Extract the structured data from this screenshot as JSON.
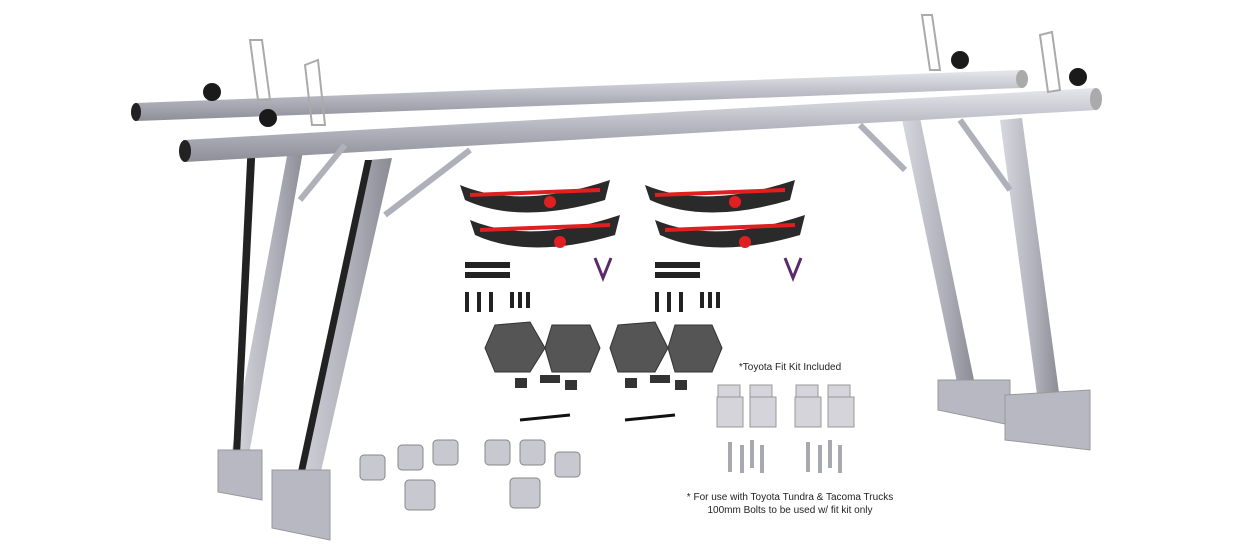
{
  "product_image": {
    "colors": {
      "aluminum": "#c4c4cc",
      "aluminum_dark": "#9c9ca6",
      "cradle": "#2a2a2a",
      "strap": "#e02020",
      "knob": "#1a1a1a"
    },
    "captions": {
      "fit_kit": "*Toyota Fit Kit Included",
      "note_line1": "* For use with Toyota Tundra & Tacoma Trucks",
      "note_line2": "100mm Bolts to be used w/ fit kit only"
    }
  }
}
